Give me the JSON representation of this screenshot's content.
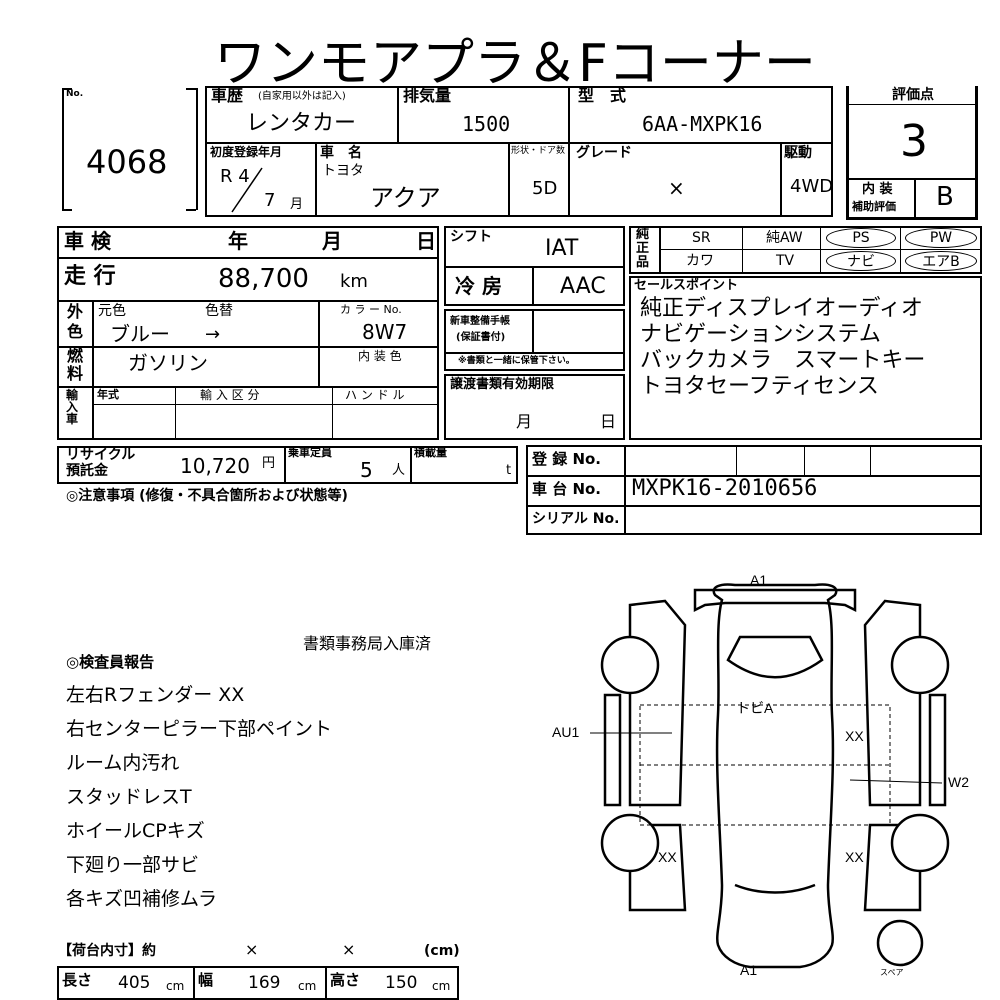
{
  "title": "ワンモアプラ＆Fコーナー",
  "lot": {
    "label": "No.",
    "value": "4068"
  },
  "history": {
    "label": "車歴",
    "note": "(自家用以外は記入)",
    "value": "レンタカー"
  },
  "displacement": {
    "label": "排気量",
    "value": "1500"
  },
  "model_type": {
    "label": "型　式",
    "value": "6AA-MXPK16"
  },
  "first_reg": {
    "label": "初度登録年月",
    "era": "R 4",
    "month": "7",
    "month_unit": "月"
  },
  "car_name": {
    "label": "車　名",
    "maker": "トヨタ",
    "value": "アクア"
  },
  "body": {
    "label": "形状・ドア数",
    "value": "5D"
  },
  "grade": {
    "label": "グレード",
    "value": "×"
  },
  "drive": {
    "label": "駆動",
    "value": "4WD"
  },
  "score": {
    "label": "評価点",
    "value": "3",
    "interior_label_1": "内 装",
    "interior_label_2": "補助評価",
    "interior_value": "B"
  },
  "inspection": {
    "label": "車 検",
    "year": "年",
    "month": "月",
    "day": "日"
  },
  "mileage": {
    "label": "走 行",
    "value": "88,700",
    "unit": "km"
  },
  "color": {
    "label_1": "外",
    "label_2": "色",
    "original_label": "元色",
    "changed_label": "色替",
    "original": "ブルー",
    "changed": "→",
    "code_label": "カ ラ ー No.",
    "code": "8W7"
  },
  "fuel": {
    "label_1": "燃",
    "label_2": "料",
    "value": "ガソリン",
    "interior_color_label": "内 装 色"
  },
  "import": {
    "label": "輸入車",
    "year_label": "年式",
    "class_label": "輸 入 区 分",
    "handle_label": "ハ ン ド ル"
  },
  "recycle": {
    "label_1": "リサイクル",
    "label_2": "預託金",
    "value": "10,720",
    "unit": "円"
  },
  "capacity": {
    "label": "乗車定員",
    "value": "5",
    "unit": "人"
  },
  "load": {
    "label": "積載量",
    "unit": "t"
  },
  "caution": {
    "label": "◎注意事項 (修復・不具合箇所および状態等)"
  },
  "shift": {
    "label": "シフト",
    "value": "IAT"
  },
  "ac": {
    "label": "冷 房",
    "value": "AAC"
  },
  "new_car_manual": {
    "label_1": "新車整備手帳",
    "label_2": "(保証書付)",
    "note": "※書類と一緒に保管下さい。"
  },
  "transfer_docs": {
    "label": "譲渡書類有効期限",
    "month": "月",
    "day": "日"
  },
  "equip": {
    "label_1": "純",
    "label_2": "正",
    "label_3": "品",
    "sr": "SR",
    "aw": "純AW",
    "ps": "PS",
    "pw": "PW",
    "kawa": "カワ",
    "tv": "TV",
    "navi": "ナビ",
    "airbag": "エアB"
  },
  "sales_points": {
    "label": "セールスポイント",
    "lines": [
      "純正ディスプレイオーディオ",
      "ナビゲーションシステム",
      "バックカメラ　スマートキー",
      "トヨタセーフティセンス"
    ]
  },
  "registration": {
    "label": "登 録 No.",
    "chassis_label": "車 台 No.",
    "chassis": "MXPK16-2010656",
    "serial_label": "シリアル No."
  },
  "docs_status": "書類事務局入庫済",
  "inspector": {
    "label": "◎検査員報告",
    "lines": [
      "左右Rフェンダー XX",
      "右センターピラー下部ペイント",
      "ルーム内汚れ",
      "スタッドレスT",
      "ホイールCPキズ",
      "下廻り一部サビ",
      "各キズ凹補修ムラ"
    ]
  },
  "cargo": {
    "label": "【荷台内寸】約",
    "x1": "×",
    "x2": "×",
    "unit": "(cm)",
    "length_label": "長さ",
    "length": "405",
    "width_label": "幅",
    "width": "169",
    "height_label": "高さ",
    "height": "150",
    "cm": "cm"
  },
  "diagram": {
    "a1_top": "A1",
    "a1_bottom": "A1",
    "tobi": "トビA",
    "au1": "AU1",
    "w2": "W2",
    "xx_rr": "XX",
    "xx_rl": "XX",
    "xx_fr": "XX",
    "spare": "スペア"
  }
}
